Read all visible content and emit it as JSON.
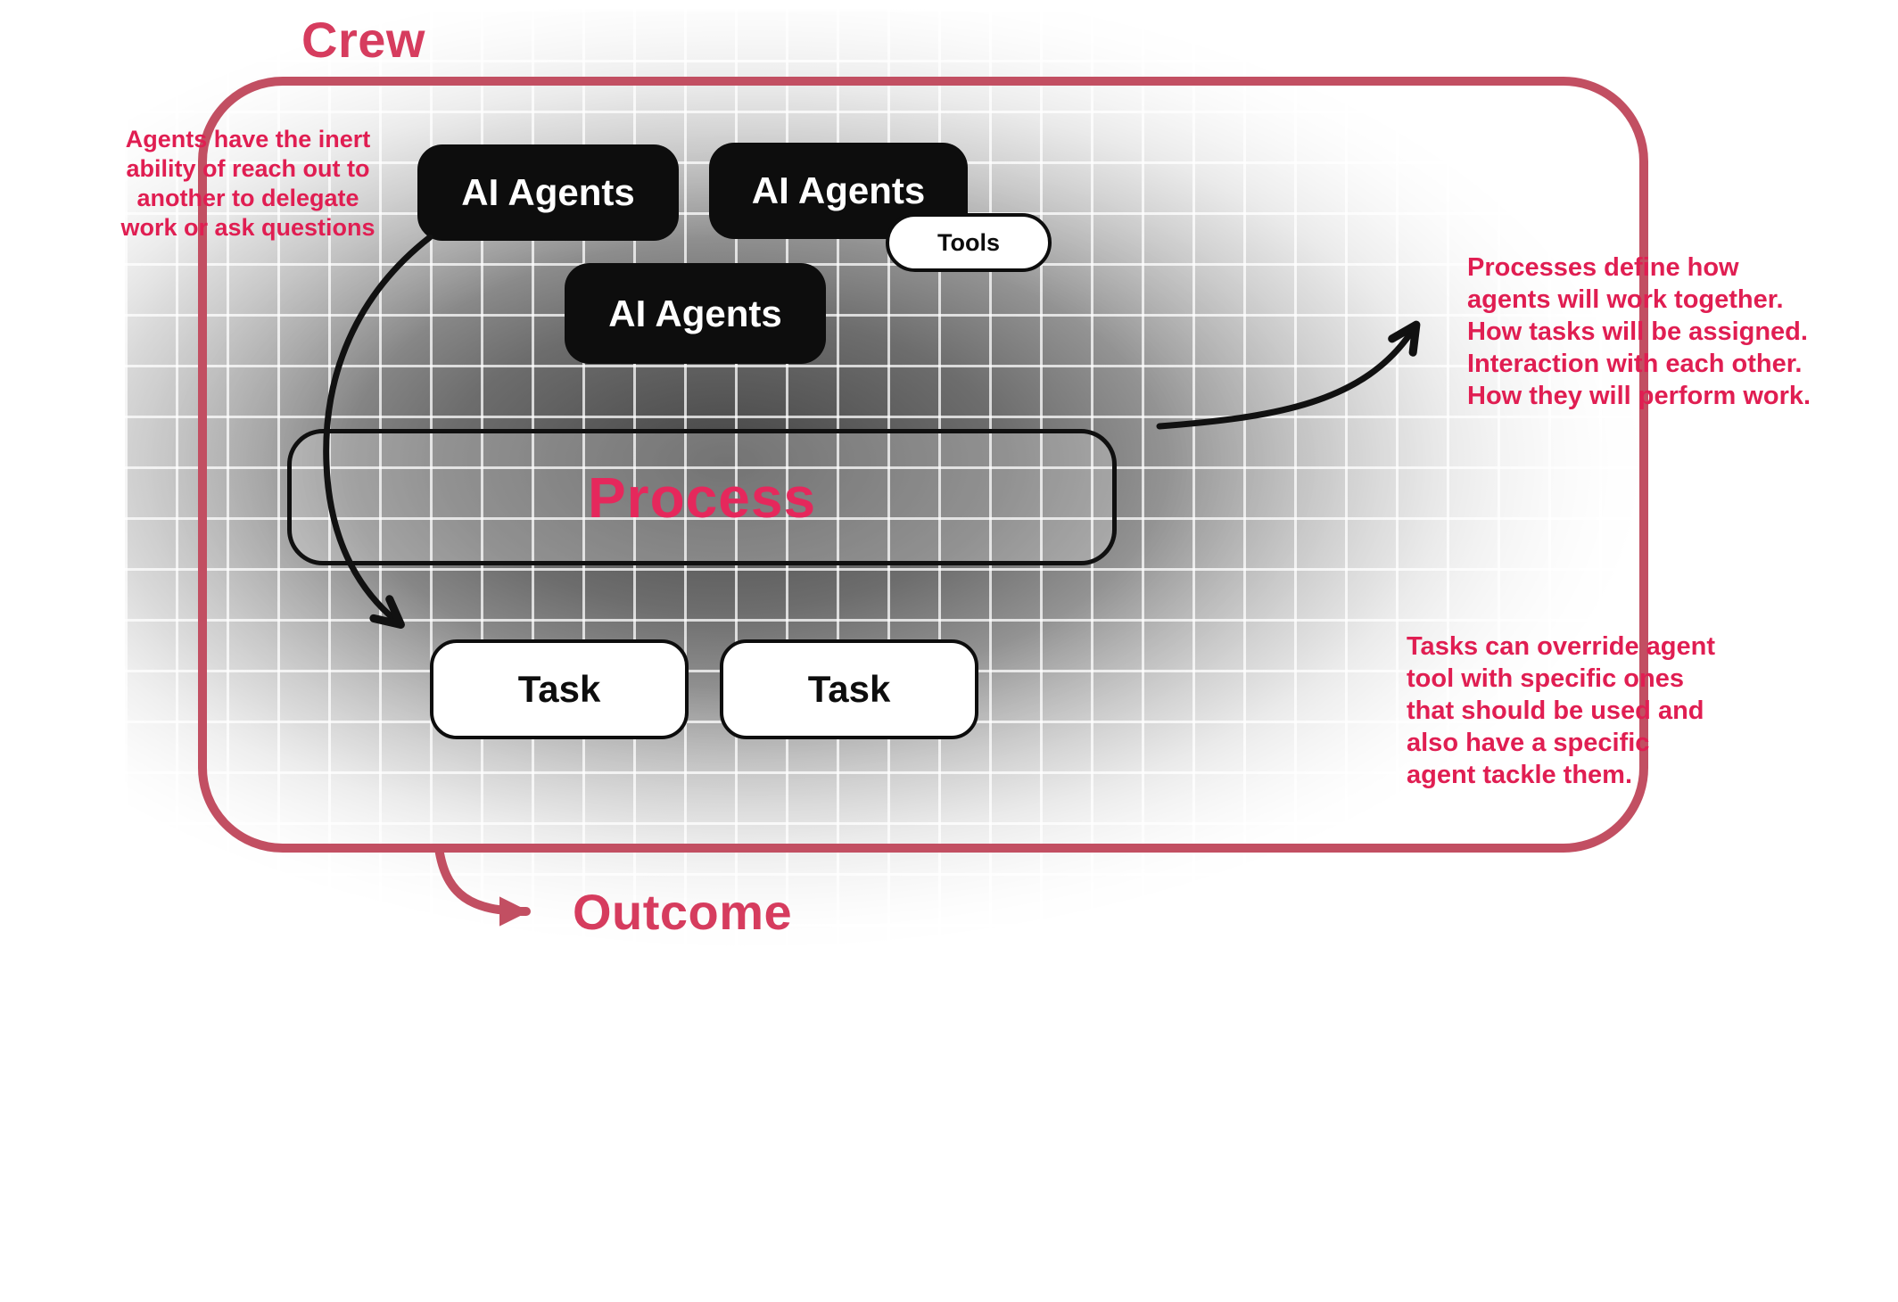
{
  "colors": {
    "border_crimson": "#c24f62",
    "heading_crimson": "#d63c5e",
    "annotation_crimson": "#e01e52",
    "process_crimson": "#e5285c",
    "box_black": "#0d0d0d",
    "box_white": "#ffffff"
  },
  "diagram": {
    "crew_label": "Crew",
    "outcome_label": "Outcome",
    "agents": [
      {
        "label": "AI Agents"
      },
      {
        "label": "AI Agents"
      },
      {
        "label": "AI Agents"
      }
    ],
    "tools_label": "Tools",
    "process_label": "Process",
    "tasks": [
      {
        "label": "Task"
      },
      {
        "label": "Task"
      }
    ],
    "annotations": {
      "left": "Agents have the inert\nability of reach out to\nanother to delegate\nwork or ask questions",
      "right_top": "Processes define how\nagents will work together.\nHow tasks will be assigned.\nInteraction with each other.\nHow they will perform work.",
      "right_bottom": "Tasks can override agent\ntool with specific ones\nthat should be used and\nalso have a specific\nagent tackle them."
    }
  }
}
